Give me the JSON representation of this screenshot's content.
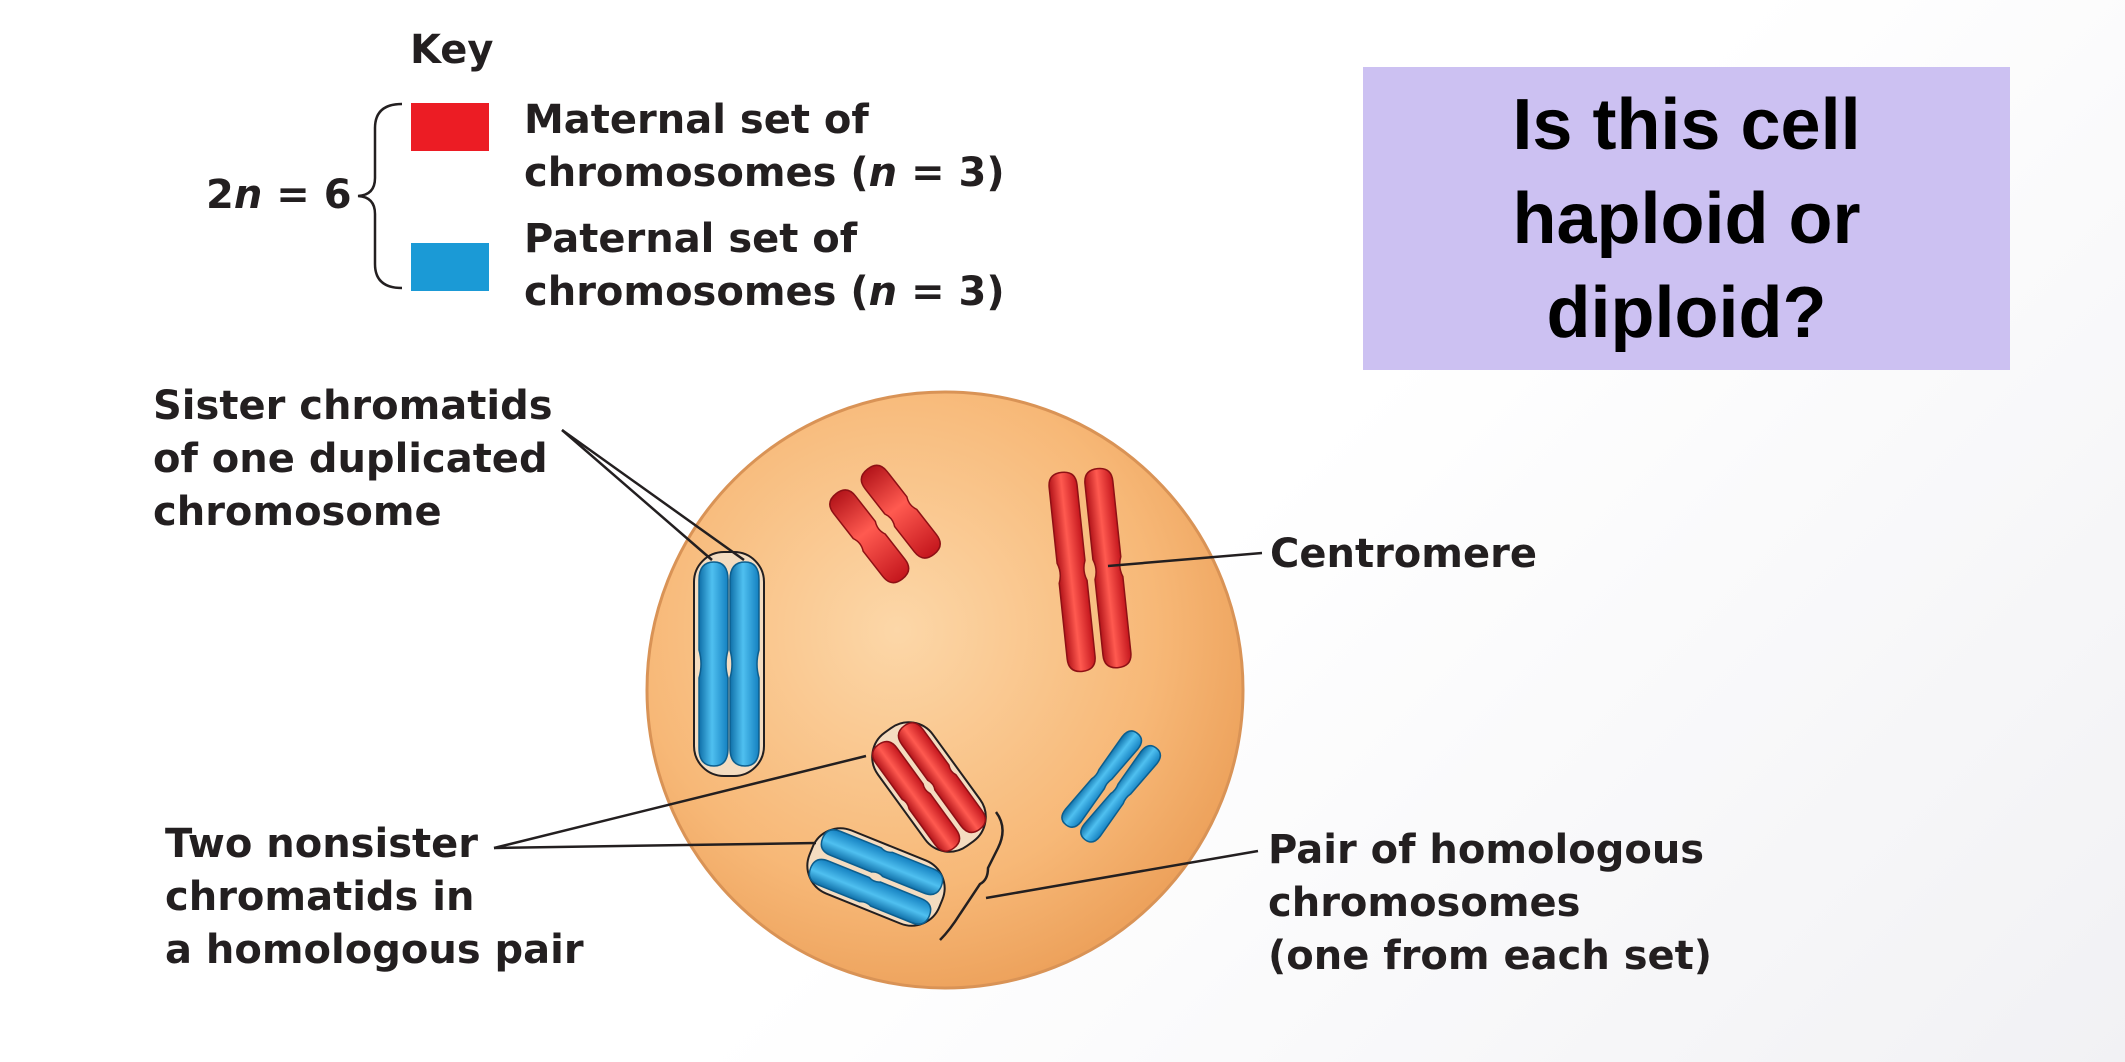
{
  "key": {
    "title": "Key",
    "formula_prefix": "2",
    "formula_var": "n",
    "formula_suffix": " = 6",
    "maternal_line1": "Maternal set of",
    "maternal_line2_pre": "chromosomes (",
    "maternal_line2_var": "n",
    "maternal_line2_post": " = 3)",
    "paternal_line1": "Paternal set of",
    "paternal_line2_pre": "chromosomes (",
    "paternal_line2_var": "n",
    "paternal_line2_post": " = 3)"
  },
  "labels": {
    "sister_line1": "Sister chromatids",
    "sister_line2": "of one duplicated",
    "sister_line3": "chromosome",
    "centromere": "Centromere",
    "nonsister_line1": "Two nonsister",
    "nonsister_line2": "chromatids in",
    "nonsister_line3": "a homologous pair",
    "pair_line1": "Pair of homologous",
    "pair_line2": "chromosomes",
    "pair_line3": "(one from each set)"
  },
  "question": {
    "text": "Is this cell\nhaploid or\ndiploid?"
  },
  "colors": {
    "maternal": "#ec1c24",
    "paternal": "#1b9ad6",
    "cell": "#f7b877",
    "question_bg": "#ccc1f2"
  }
}
